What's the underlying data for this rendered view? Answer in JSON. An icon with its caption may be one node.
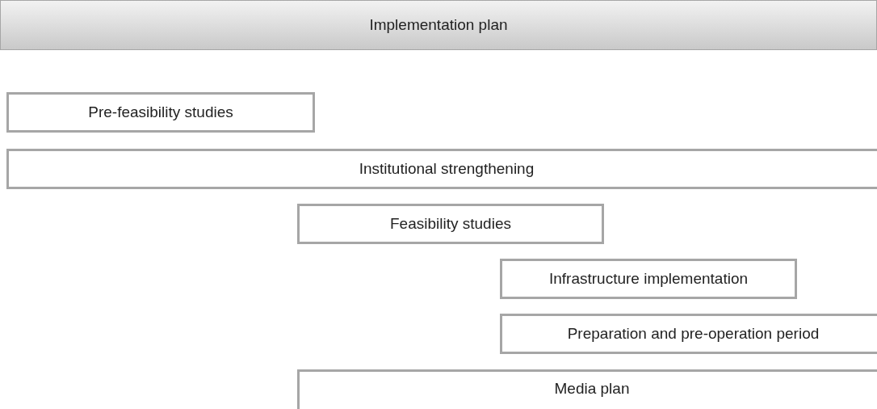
{
  "diagram": {
    "nodes": [
      {
        "text": [
          "Implementation plan"
        ]
      },
      {
        "text": [
          "Pre-feasibility studies"
        ]
      },
      {
        "text": [
          "Institutional strengthening"
        ]
      },
      {
        "text": [
          "Feasibility studies"
        ]
      },
      {
        "text": [
          "Infrastructure implementation"
        ]
      },
      {
        "text": [
          "Preparation and pre-operation period"
        ]
      },
      {
        "text": [
          "Media plan"
        ]
      }
    ]
  }
}
